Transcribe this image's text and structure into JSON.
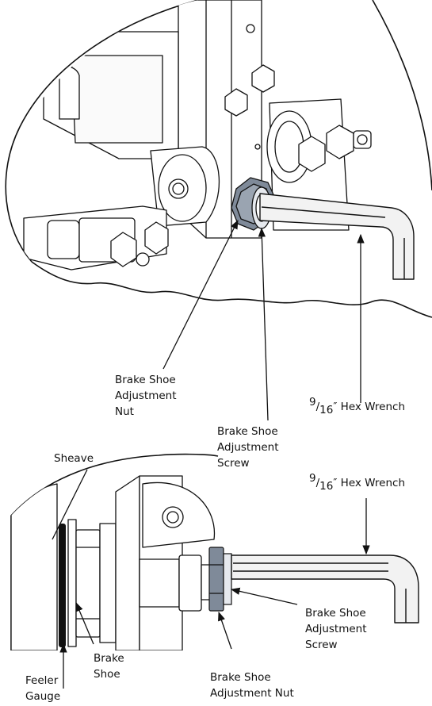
{
  "top_view": {
    "callouts": {
      "nut": {
        "line1": "Brake Shoe",
        "line2": "Adjustment",
        "line3": "Nut"
      },
      "screw": {
        "line1": "Brake Shoe",
        "line2": "Adjustment",
        "line3": "Screw"
      },
      "wrench": {
        "numerator": "9",
        "denominator": "16",
        "suffix": "″ Hex Wrench"
      }
    }
  },
  "side_view": {
    "callouts": {
      "sheave": "Sheave",
      "wrench": {
        "numerator": "9",
        "denominator": "16",
        "suffix": "″ Hex Wrench"
      },
      "screw": {
        "line1": "Brake Shoe",
        "line2": "Adjustment",
        "line3": "Screw"
      },
      "shoe": {
        "line1": "Brake",
        "line2": "Shoe"
      },
      "feeler": {
        "line1": "Feeler",
        "line2": "Gauge"
      },
      "nut": {
        "line1": "Brake Shoe",
        "line2": "Adjustment Nut"
      }
    }
  },
  "colors": {
    "line": "#111111",
    "nut_fill": "#7f8a99",
    "wrench_fill": "#f2f2f2"
  }
}
